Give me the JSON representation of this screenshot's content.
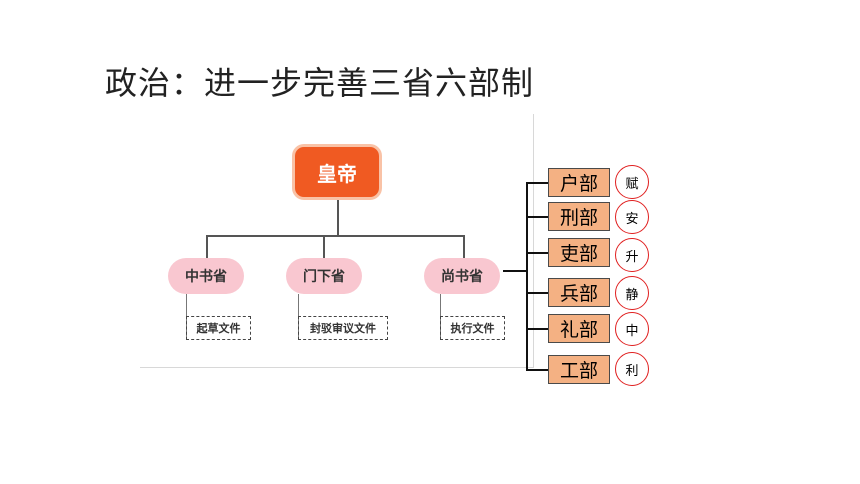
{
  "title": "政治：进一步完善三省六部制",
  "emperor": "皇帝",
  "offices": [
    {
      "name": "中书省",
      "duty": "起草文件"
    },
    {
      "name": "门下省",
      "duty": "封驳审议文件"
    },
    {
      "name": "尚书省",
      "duty": "执行文件"
    }
  ],
  "departments": [
    {
      "name": "户部",
      "char": "赋"
    },
    {
      "name": "刑部",
      "char": "安"
    },
    {
      "name": "吏部",
      "char": "升"
    },
    {
      "name": "兵部",
      "char": "静"
    },
    {
      "name": "礼部",
      "char": "中"
    },
    {
      "name": "工部",
      "char": "利"
    }
  ],
  "colors": {
    "emperor": "#f05a22",
    "office": "#f9c7d0",
    "department": "#f4b183",
    "circle_border": "#e02020"
  }
}
